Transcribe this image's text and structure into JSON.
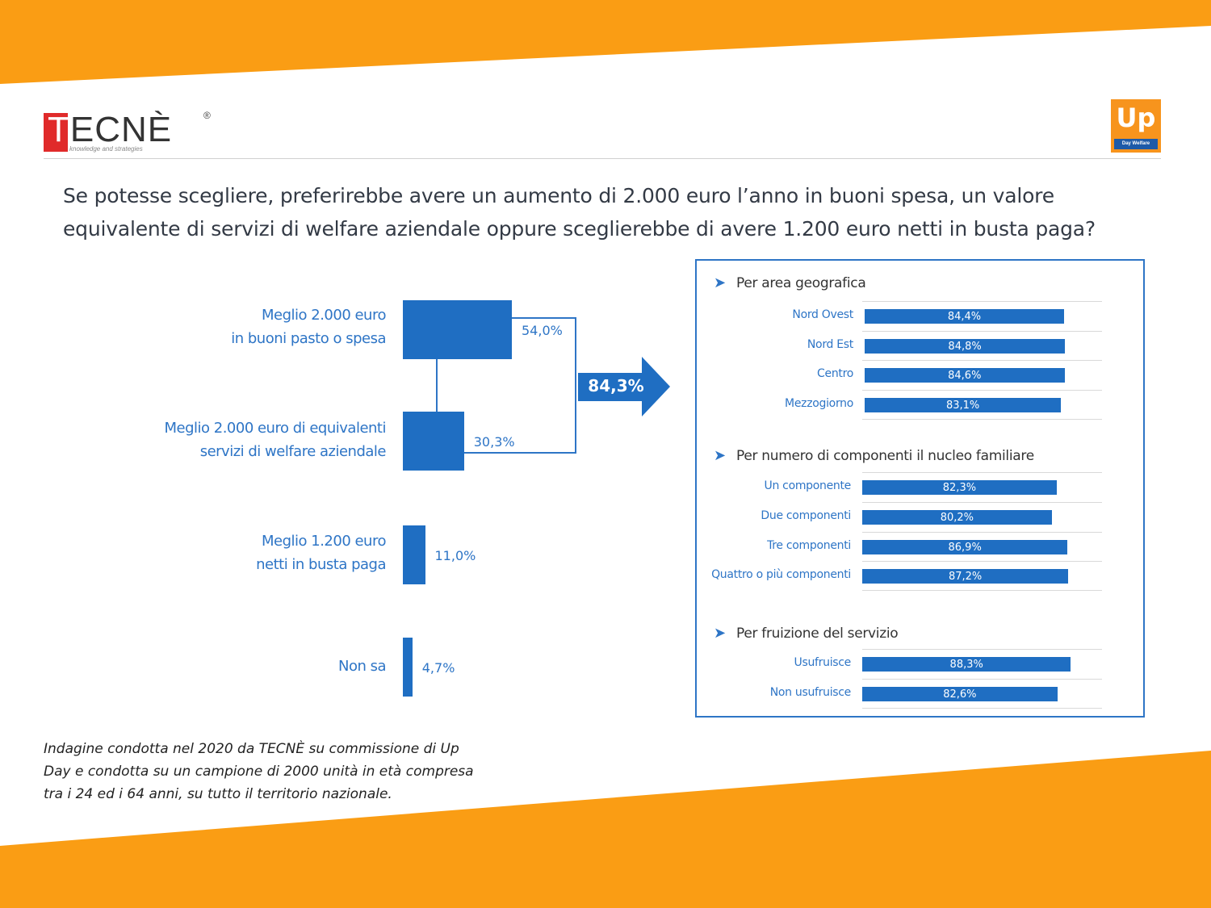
{
  "colors": {
    "accent_orange": "#fa9d14",
    "bar_blue": "#1f6ec2",
    "label_blue": "#2e75c6",
    "logo_red": "#e02a2a",
    "up_orange": "#f7941d"
  },
  "header": {
    "logo_tecne": {
      "word_first": "T",
      "word_rest": "ECNÈ",
      "registered": "®",
      "tagline": "knowledge and strategies"
    },
    "logo_up": {
      "word": "Up",
      "subline": "Day Welfare"
    }
  },
  "question": {
    "line1": "Se potesse scegliere, preferirebbe avere un aumento di 2.000 euro l’anno in buoni spesa, un valore",
    "line2": "equivalente di servizi di welfare aziendale oppure sceglierebbe di avere 1.200 euro netti in busta paga?"
  },
  "chart_data": [
    {
      "type": "bar",
      "orientation": "horizontal",
      "categories": [
        "Meglio 2.000 euro in buoni pasto o spesa",
        "Meglio 2.000 euro di equivalenti servizi di welfare aziendale",
        "Meglio 1.200 euro netti in busta paga",
        "Non sa"
      ],
      "category_lines": [
        [
          "Meglio 2.000 euro",
          "in buoni pasto o spesa"
        ],
        [
          "Meglio 2.000 euro di equivalenti",
          "servizi di welfare aziendale"
        ],
        [
          "Meglio 1.200 euro",
          "netti in busta paga"
        ],
        [
          "Non sa"
        ]
      ],
      "values": [
        54.0,
        30.3,
        11.0,
        4.7
      ],
      "value_labels": [
        "54,0%",
        "30,3%",
        "11,0%",
        "4,7%"
      ],
      "combined": {
        "value": 84.3,
        "label": "84,3%",
        "of_categories": [
          0,
          1
        ]
      },
      "unit": "%"
    },
    {
      "type": "bar",
      "orientation": "horizontal",
      "title": "Per area geografica",
      "categories": [
        "Nord Ovest",
        "Nord Est",
        "Centro",
        "Mezzogiorno"
      ],
      "values": [
        84.4,
        84.8,
        84.6,
        83.1
      ],
      "value_labels": [
        "84,4%",
        "84,8%",
        "84,6%",
        "83,1%"
      ],
      "unit": "%"
    },
    {
      "type": "bar",
      "orientation": "horizontal",
      "title": "Per numero di componenti il nucleo familiare",
      "categories": [
        "Un componente",
        "Due componenti",
        "Tre componenti",
        "Quattro o più componenti"
      ],
      "values": [
        82.3,
        80.2,
        86.9,
        87.2
      ],
      "value_labels": [
        "82,3%",
        "80,2%",
        "86,9%",
        "87,2%"
      ],
      "unit": "%"
    },
    {
      "type": "bar",
      "orientation": "horizontal",
      "title": "Per fruizione del servizio",
      "categories": [
        "Usufruisce",
        "Non usufruisce"
      ],
      "values": [
        88.3,
        82.6
      ],
      "value_labels": [
        "88,3%",
        "82,6%"
      ],
      "unit": "%"
    }
  ],
  "footnote": {
    "line1": "Indagine condotta nel 2020 da TECNÈ  su commissione di Up",
    "line2": "Day e condotta su un campione di 2000 unità in età compresa",
    "line3": "tra i 24 ed i 64 anni, su tutto il territorio nazionale."
  }
}
